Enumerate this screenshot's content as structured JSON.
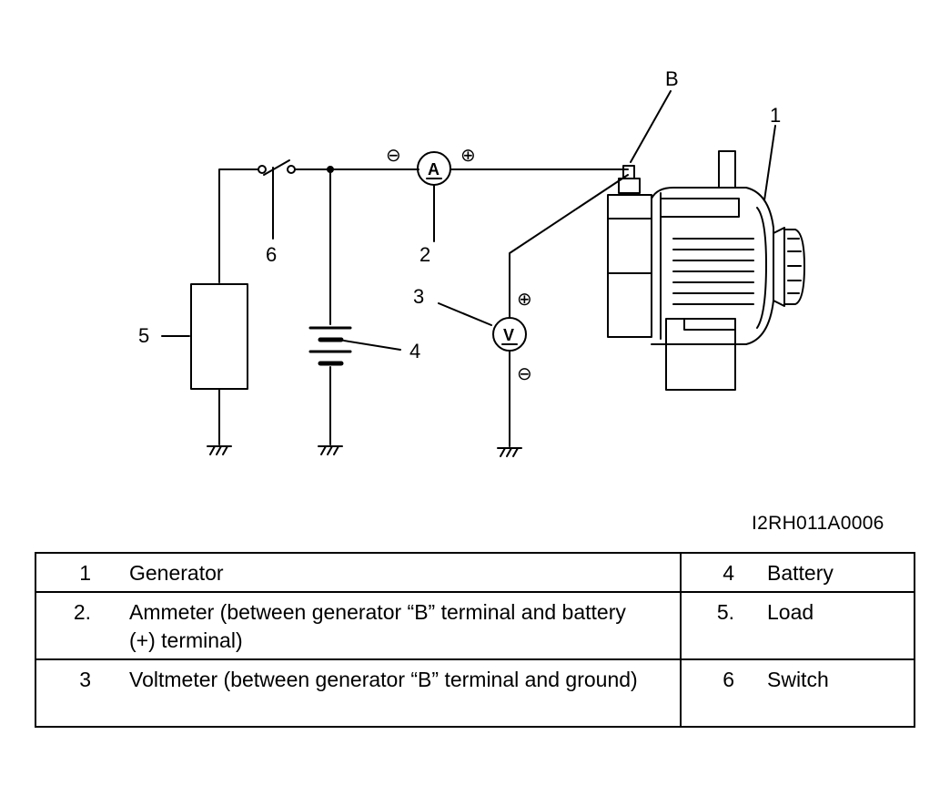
{
  "diagram": {
    "labels": {
      "terminal_b": "B",
      "generator_num": "1",
      "ammeter_num": "2",
      "voltmeter_num": "3",
      "battery_num": "4",
      "load_num": "5",
      "switch_num": "6",
      "ammeter_symbol": "A",
      "voltmeter_symbol": "V",
      "ammeter_minus": "⊖",
      "ammeter_plus": "⊕",
      "voltmeter_plus": "⊕",
      "voltmeter_minus": "⊖"
    },
    "figure_id": "I2RH011A0006"
  },
  "legend": {
    "rows": [
      {
        "left_num": "1",
        "left_text": "Generator",
        "right_num": "4",
        "right_text": "Battery"
      },
      {
        "left_num": "2.",
        "left_text": "Ammeter (between generator “B” terminal and battery (+) terminal)",
        "right_num": "5.",
        "right_text": "Load"
      },
      {
        "left_num": "3",
        "left_text": "Voltmeter (between generator “B” terminal and ground)",
        "right_num": "6",
        "right_text": "Switch"
      }
    ]
  }
}
